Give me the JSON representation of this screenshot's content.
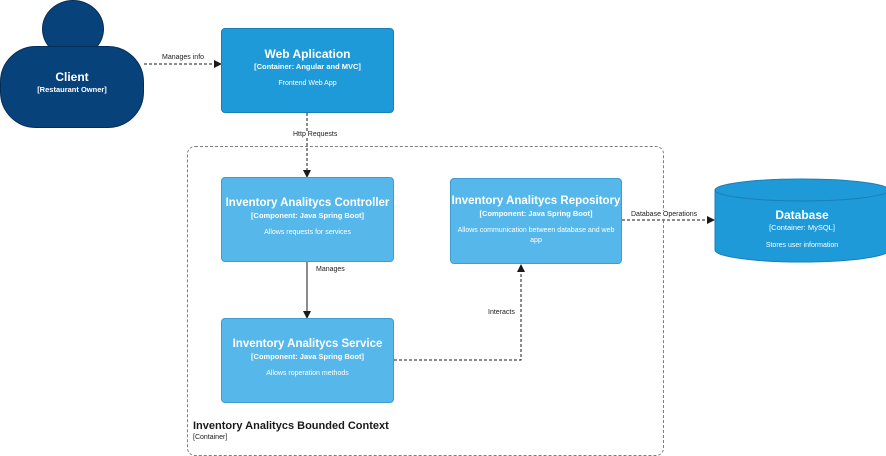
{
  "client": {
    "title": "Client",
    "type": "[Restaurant Owner]"
  },
  "webapp": {
    "title": "Web Aplication",
    "type": "[Container: Angular and MVC]",
    "desc": "Frontend Web App"
  },
  "controller": {
    "title": "Inventory Analitycs Controller",
    "type": "[Component: Java Spring Boot]",
    "desc": "Allows requests for services"
  },
  "repository": {
    "title": "Inventory Analitycs Repository",
    "type": "[Component: Java Spring Boot]",
    "desc": "Allows communication between database and web app"
  },
  "service": {
    "title": "Inventory Analitycs Service",
    "type": "[Component: Java Spring Boot]",
    "desc": "Allows roperation methods"
  },
  "database": {
    "title": "Database",
    "type": "[Container: MySQL]",
    "desc": "Stores user information"
  },
  "boundary": {
    "title": "Inventory Analitycs Bounded Context",
    "type": "[Container]"
  },
  "edges": {
    "manages_info": "Manages info",
    "http_requests": "Http Requests",
    "manages": "Manages",
    "interacts": "Interacts",
    "database_operations": "Database Operations"
  },
  "colors": {
    "person": "#08427b",
    "container": "#1e9ad9",
    "component": "#56b7ea",
    "database": "#1e9ad9",
    "boundary": "#7f7f7f",
    "arrow": "#1a1a1a"
  }
}
